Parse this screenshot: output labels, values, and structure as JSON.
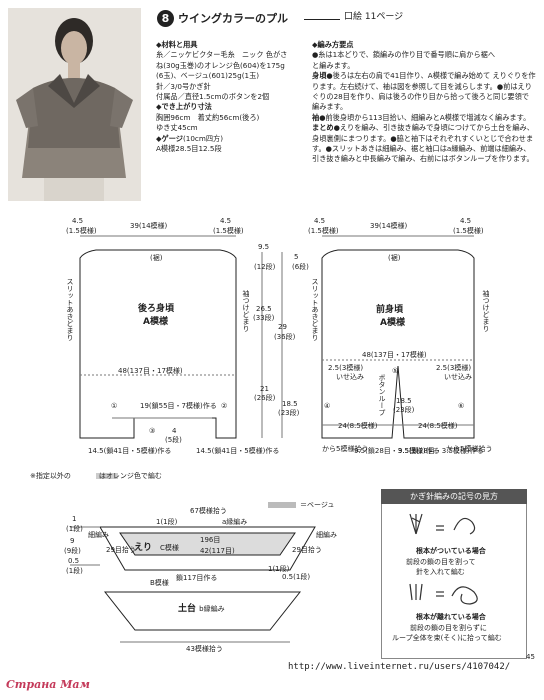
{
  "header": {
    "number": "8",
    "title": "ウイングカラーのプル",
    "page_ref": "口絵 11ページ"
  },
  "materials": {
    "heading": "◆材料と用具",
    "lines": [
      "糸／ニッケビクター毛糸　ニック 色がさ",
      "ね(30g玉巻)のオレンジ色(604)を175g",
      "(6玉)、ベージュ(601)25g(1玉)",
      "針／3/0号かぎ針",
      "付属品／直径1.5cmのボタンを2個"
    ]
  },
  "size": {
    "heading": "◆でき上がり寸法",
    "lines": [
      "胸囲96cm　着丈約56cm(後ろ)",
      "ゆき丈45cm"
    ]
  },
  "gauge": {
    "heading": "◆ゲージ",
    "heading_suffix": "(10cm四方)",
    "lines": [
      "A模様28.5目12.5段"
    ]
  },
  "points": {
    "heading": "◆編み方要点",
    "lines": [
      "●糸は1本どりで、鎖編みの作り目で番号順に肩から裾へ",
      "と編みます。"
    ],
    "sections": [
      {
        "title": "身頃",
        "text": "●後ろは左右の肩で41目作り、A模様で編み始めて えりぐりを作ります。左右続けて、袖は図を参照して目を減らします。●前はえりぐりの28目を作り、肩は後ろの作り目から拾って後ろと同じ要領で編みます。"
      },
      {
        "title": "袖",
        "text": "●前後身頃から113目拾い、細編みとA模様で増減なく編みます。"
      },
      {
        "title": "まとめ",
        "text": "●えりを編み、引き抜き編みで身頃につけてから土台を編み、身頃裏側にまつります。●脇と袖下はそれぞれすくいとじで合わせます。●スリットあきは細編み、裾と袖口はa縁編み、前端は細編み、引き抜き編みと中長編みで編み、右前にはボタンループを作ります。"
      }
    ]
  },
  "back_diagram": {
    "title": "後ろ身頃",
    "pattern": "A模様",
    "neck": "(裾)",
    "top_width": "39(14模様)",
    "shoulder_l": "4.5",
    "shoulder_l_sub": "(1.5模様)",
    "shoulder_r": "4.5",
    "shoulder_r_sub": "(1.5模様)",
    "bust": "48(137目・17模様)",
    "hem": "19(鎖55目・7模様)作る",
    "slit": "スリットあきどまり",
    "cuff": "袖つけどまり",
    "bottom_l": "14.5(鎖41目・5模様)作る",
    "bottom_r": "14.5(鎖41目・5模様)作る",
    "gap": "4",
    "gap_sub": "(5段)",
    "marker_1": "①",
    "marker_2": "②",
    "marker_3": "③"
  },
  "front_diagram": {
    "title": "前身頃",
    "pattern": "A模様",
    "neck": "(裾)",
    "top_width": "39(14模様)",
    "shoulder_l": "4.5",
    "shoulder_l_sub": "(1.5模様)",
    "shoulder_r": "4.5",
    "shoulder_r_sub": "(1.5模様)",
    "bust": "48(137目・17模様)",
    "placket_l": "2.5(3模様)",
    "placket_l_sub": "いせ込み",
    "placket_r": "2.5(3模様)",
    "placket_r_sub": "いせ込み",
    "half_l": "24(8.5模様)",
    "half_r": "24(8.5模様)",
    "center_l": "9.5(鎖28目・3.5模様)作る",
    "center_r": "9.5(鎖28目・3.5模様)作る",
    "pick_l": "から5模様拾う",
    "pick_r": "から5模様拾う",
    "center_label": "ボタンループ",
    "placket_depth": "18.5",
    "placket_depth_sub": "(23段)",
    "marker_4": "④",
    "marker_5": "⑤",
    "marker_6": "⑥",
    "slit": "スリットあきどまり",
    "cuff": "袖つけどまり"
  },
  "vertical_dims": [
    "9.5",
    "(12段)",
    "26.5",
    "(33段)",
    "29",
    "(36段)",
    "21",
    "(26段)",
    "18.5",
    "(23段)",
    "5",
    "(6段)"
  ],
  "note": "※指定以外の　　　　はオレンジ色で編む",
  "collar": {
    "legend": "＝ベージュ",
    "top": "67模様拾う",
    "a_edge": "a縁編み",
    "r1": "1(1段)",
    "r2": "196目",
    "collar_title": "えり",
    "collar_pattern": "C模様",
    "r3": "42(117目)",
    "r4": "鎖117目作る",
    "r5": "B模様",
    "side": "細編み",
    "side2": "細編み",
    "pick": "29目拾う",
    "pick2": "29目拾う",
    "l1": "1",
    "l1s": "(1段)",
    "l2": "9",
    "l2s": "(9段)",
    "l3": "0.5",
    "l3s": "(1段)",
    "r_a": "1(1段)",
    "r_b": "0.5(1段)"
  },
  "base": {
    "title": "土台",
    "edge": "b縁編み",
    "bottom": "43模様拾う"
  },
  "symbol_pane": {
    "title": "かぎ針編みの記号の見方",
    "c1_title": "根本がついている場合",
    "c1_lines": [
      "前段の鎖の目を割って",
      "針を入れて編む"
    ],
    "c2_title": "根本が離れている場合",
    "c2_lines": [
      "前段の鎖の目を割らずに",
      "ループ全体を束(そく)に拾って編む"
    ]
  },
  "footer": {
    "site": "Страна Мам",
    "url": "http://www.liveinternet.ru/users/4107042/",
    "page_num": "45"
  }
}
